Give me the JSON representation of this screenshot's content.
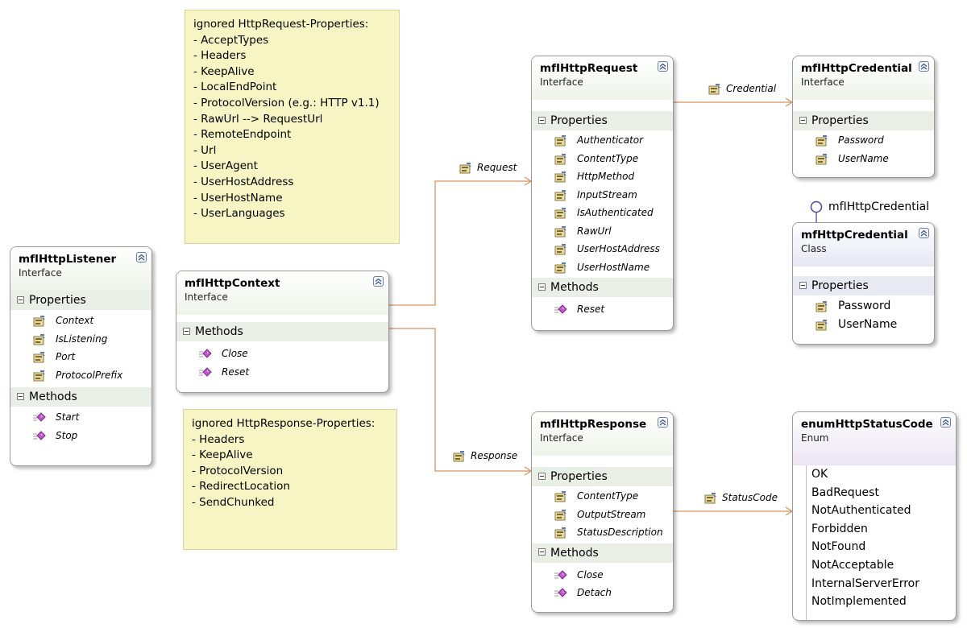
{
  "notes": {
    "request": {
      "title": "ignored HttpRequest-Properties:",
      "lines": [
        "- AcceptTypes",
        "- Headers",
        "- KeepAlive",
        "- LocalEndPoint",
        "- ProtocolVersion (e.g.: HTTP v1.1)",
        "- RawUrl --> RequestUrl",
        "- RemoteEndpoint",
        "- Url",
        "- UserAgent",
        "- UserHostAddress",
        "- UserHostName",
        "- UserLanguages"
      ]
    },
    "response": {
      "title": "ignored HttpResponse-Properties:",
      "lines": [
        "- Headers",
        "- KeepAlive",
        "- ProtocolVersion",
        "- RedirectLocation",
        "- SendChunked"
      ]
    }
  },
  "sections": {
    "properties": "Properties",
    "methods": "Methods"
  },
  "listener": {
    "title": "mfIHttpListener",
    "kind": "Interface",
    "properties": [
      "Context",
      "IsListening",
      "Port",
      "ProtocolPrefix"
    ],
    "methods": [
      "Start",
      "Stop"
    ]
  },
  "context": {
    "title": "mfIHttpContext",
    "kind": "Interface",
    "methods": [
      "Close",
      "Reset"
    ]
  },
  "request": {
    "title": "mfIHttpRequest",
    "kind": "Interface",
    "properties": [
      "Authenticator",
      "ContentType",
      "HttpMethod",
      "InputStream",
      "IsAuthenticated",
      "RawUrl",
      "UserHostAddress",
      "UserHostName"
    ],
    "methods": [
      "Reset"
    ]
  },
  "response": {
    "title": "mfIHttpResponse",
    "kind": "Interface",
    "properties": [
      "ContentType",
      "OutputStream",
      "StatusDescription"
    ],
    "methods": [
      "Close",
      "Detach"
    ]
  },
  "icredential": {
    "title": "mfIHttpCredential",
    "kind": "Interface",
    "properties": [
      "Password",
      "UserName"
    ]
  },
  "credential": {
    "title": "mfHttpCredential",
    "kind": "Class",
    "implements": "mfIHttpCredential",
    "properties": [
      "Password",
      "UserName"
    ]
  },
  "statuscode": {
    "title": "enumHttpStatusCode",
    "kind": "Enum",
    "values": [
      "OK",
      "BadRequest",
      "NotAuthenticated",
      "Forbidden",
      "NotFound",
      "NotAcceptable",
      "InternalServerError",
      "NotImplemented"
    ]
  },
  "associations": {
    "request": "Request",
    "response": "Response",
    "credential": "Credential",
    "statuscode": "StatusCode"
  },
  "colors": {
    "note_bg": "#f8f5c4",
    "connector": "#d9935f",
    "lollipop": "#4a4aa0"
  },
  "icons": {
    "property": "property-icon",
    "method": "method-icon",
    "collapse": "collapse-icon"
  }
}
